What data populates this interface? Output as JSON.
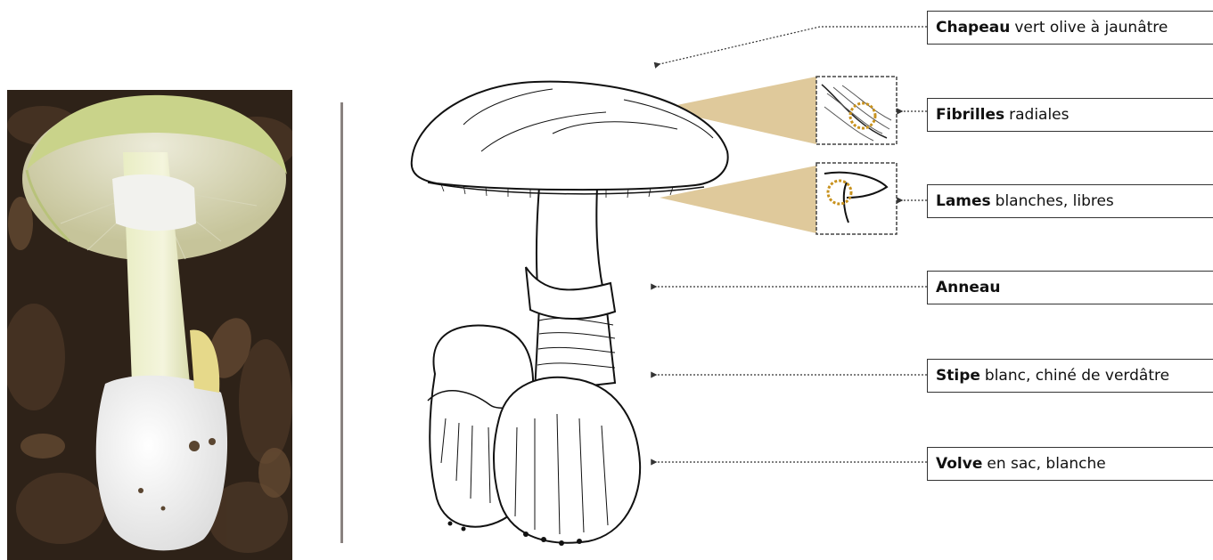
{
  "labels": {
    "chapeau": {
      "term": "Chapeau",
      "desc": "vert olive à jaunâtre"
    },
    "fibrilles": {
      "term": "Fibrilles",
      "desc": "radiales"
    },
    "lames": {
      "term": "Lames",
      "desc": "blanches, libres"
    },
    "anneau": {
      "term": "Anneau",
      "desc": ""
    },
    "stipe": {
      "term": "Stipe",
      "desc": "blanc, chiné de verdâtre"
    },
    "volve": {
      "term": "Volve",
      "desc": "en sac, blanche"
    }
  },
  "colors": {
    "callout_fill": "#d9c08a",
    "highlight_ring": "#c8921e",
    "divider": "#8a8280",
    "cap_photo": "#c9d38a",
    "soil": "#2e2218"
  },
  "icons": [
    "mushroom-photo",
    "mushroom-line-illustration",
    "fibrilles-detail-icon",
    "lames-detail-icon"
  ]
}
